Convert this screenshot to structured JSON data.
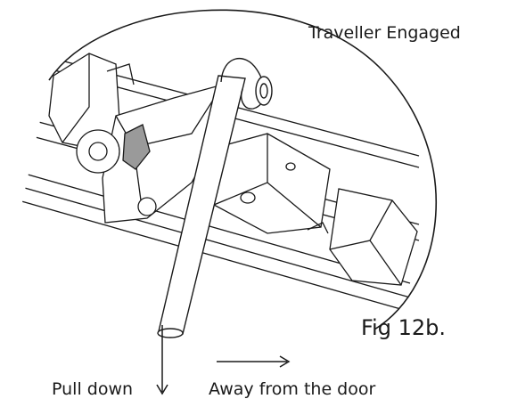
{
  "labels": {
    "title": "Traveller Engaged",
    "figure": "Fig 12b.",
    "pull_down": "Pull down",
    "away": "Away from the door"
  },
  "colors": {
    "ink": "#1a1a1a",
    "paper": "#ffffff",
    "shade": "#9a9a9a"
  }
}
